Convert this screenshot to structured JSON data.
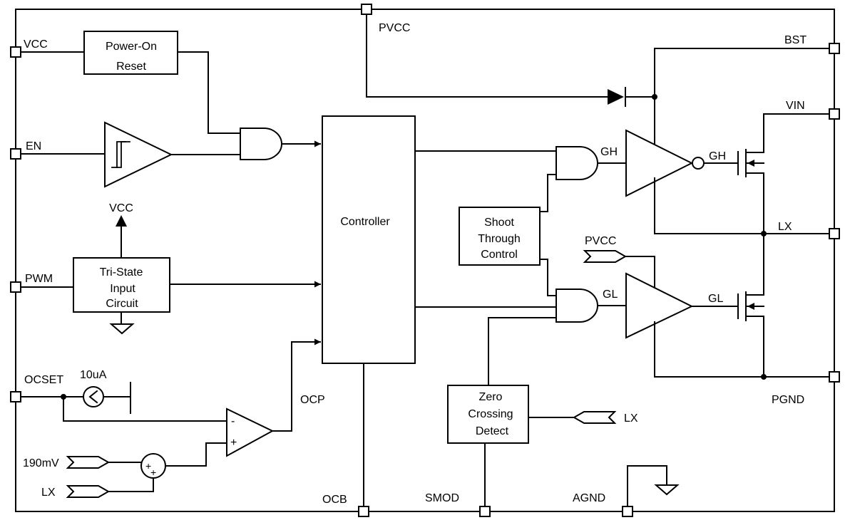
{
  "pins": {
    "vcc": "VCC",
    "en": "EN",
    "pwm": "PWM",
    "ocset": "OCSET",
    "pvcc": "PVCC",
    "bst": "BST",
    "vin": "VIN",
    "lx": "LX",
    "pgnd": "PGND",
    "ocb": "OCB",
    "smod": "SMOD",
    "agnd": "AGND"
  },
  "blocks": {
    "power_on_reset": [
      "Power-On",
      "Reset"
    ],
    "controller": "Controller",
    "tri_state": [
      "Tri-State",
      "Input",
      "Circuit"
    ],
    "shoot_through": [
      "Shoot",
      "Through",
      "Control"
    ],
    "zero_crossing": [
      "Zero",
      "Crossing",
      "Detect"
    ]
  },
  "labels": {
    "vcc_arrow": "VCC",
    "current_source": "10uA",
    "ocp": "OCP",
    "ref_190mv": "190mV",
    "lx_input": "LX",
    "lx_zcd_input": "LX",
    "pvcc_input": "PVCC",
    "gh_gate": "GH",
    "gh_driver": "GH",
    "gl_gate": "GL",
    "gl_driver": "GL",
    "comp_minus": "-",
    "comp_plus": "+",
    "sum_plus_top": "+",
    "sum_plus_bottom": "+"
  }
}
